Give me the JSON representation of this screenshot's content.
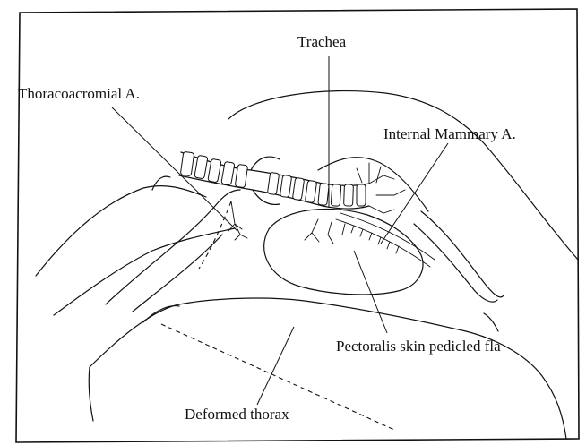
{
  "labels": {
    "trachea": "Trachea",
    "thoracoacromial_artery": "Thoracoacromial A.",
    "internal_mammary_artery": "Internal Mammary A.",
    "pectoralis_flap": "Pectoralis skin pedicled fla",
    "deformed_thorax": "Deformed thorax"
  },
  "colors": {
    "ink": "#111111",
    "paper": "#ffffff"
  }
}
